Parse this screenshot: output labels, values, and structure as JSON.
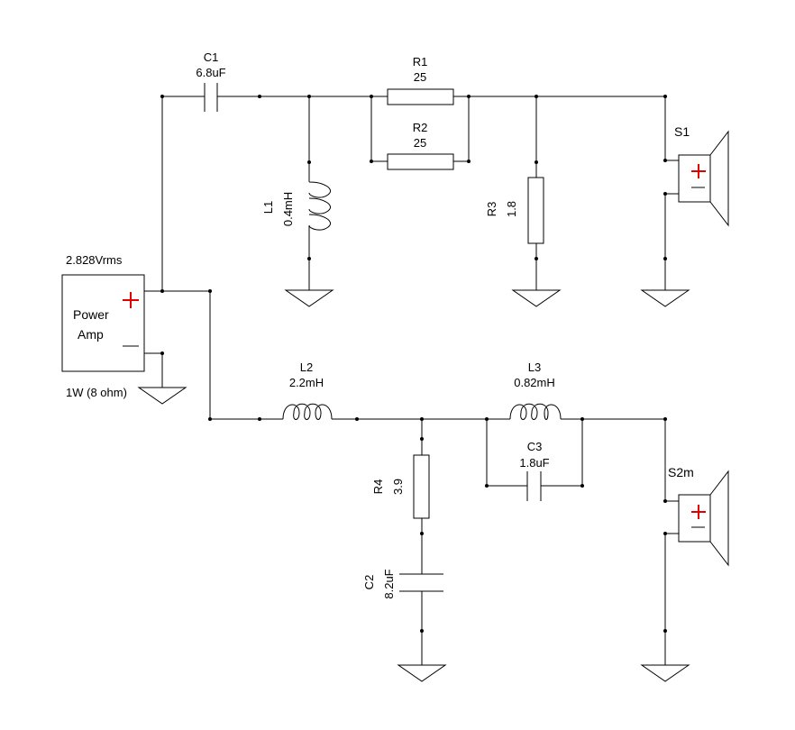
{
  "components": {
    "C1": {
      "name": "C1",
      "value": "6.8uF"
    },
    "R1": {
      "name": "R1",
      "value": "25"
    },
    "R2": {
      "name": "R2",
      "value": "25"
    },
    "L1": {
      "name": "L1",
      "value": "0.4mH"
    },
    "R3": {
      "name": "R3",
      "value": "1.8"
    },
    "S1": {
      "name": "S1"
    },
    "S2": {
      "name": "S2m"
    },
    "L2": {
      "name": "L2",
      "value": "2.2mH"
    },
    "L3": {
      "name": "L3",
      "value": "0.82mH"
    },
    "C3": {
      "name": "C3",
      "value": "1.8uF"
    },
    "R4": {
      "name": "R4",
      "value": "3.9"
    },
    "C2": {
      "name": "C2",
      "value": "8.2uF"
    }
  },
  "amp": {
    "voltage": "2.828Vrms",
    "label_line1": "Power",
    "label_line2": "Amp",
    "power": "1W (8 ohm)"
  },
  "colors": {
    "wire": "#000000",
    "polarity_plus": "#e00000"
  },
  "icons": [
    "capacitor-icon",
    "resistor-icon",
    "inductor-icon",
    "ground-icon",
    "speaker-icon",
    "power-amp-icon"
  ]
}
